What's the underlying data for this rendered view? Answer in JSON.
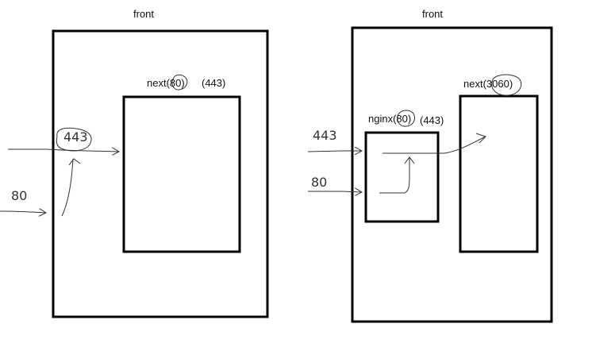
{
  "left_panel": {
    "title": "front",
    "next_label": "next(80)",
    "port_label": "(443)",
    "incoming_443": "443",
    "incoming_80": "80"
  },
  "right_panel": {
    "title": "front",
    "nginx_label": "nginx(80)",
    "nginx_port_label": "(443)",
    "next_label": "next(3060)",
    "incoming_443": "443",
    "incoming_80": "80"
  },
  "colors": {
    "stroke": "#000000",
    "sketch": "#333333",
    "background": "#ffffff"
  }
}
